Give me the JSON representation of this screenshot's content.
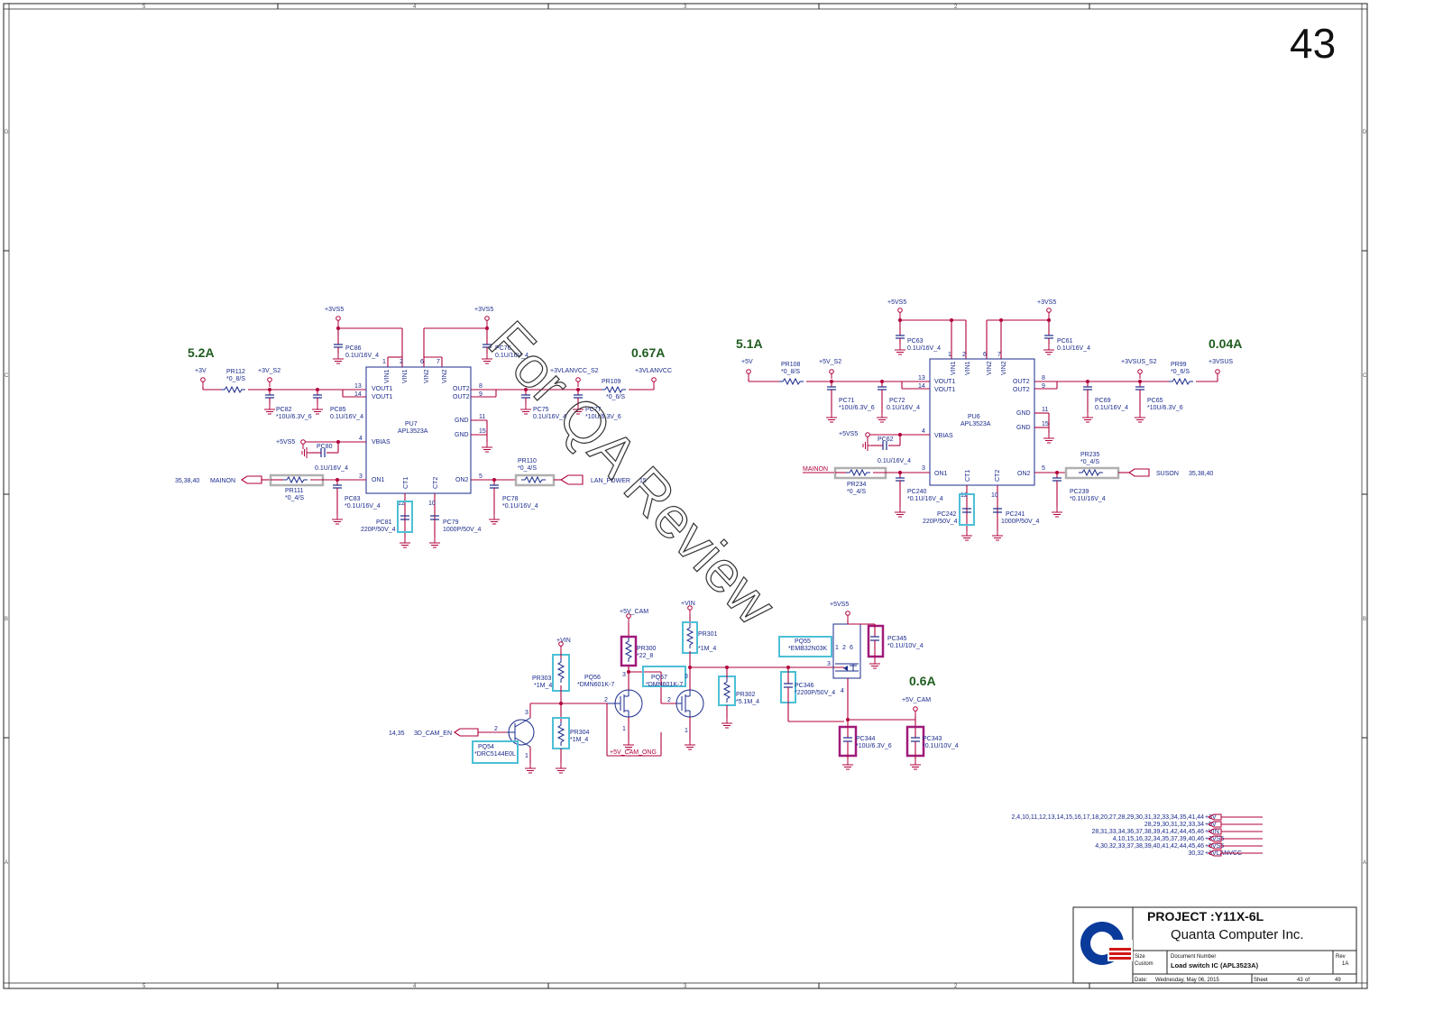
{
  "sheet_number": "43",
  "watermark": "For QA Review",
  "zones": {
    "columns": [
      "5",
      "4",
      "3",
      "2"
    ],
    "rows": [
      "D",
      "C",
      "B",
      "A"
    ]
  },
  "currents": {
    "pu7_in": "5.2A",
    "pu7_out": "0.67A",
    "pu6_in": "5.1A",
    "pu6_out": "0.04A",
    "cam": "0.6A"
  },
  "pu7": {
    "ref": "PU7",
    "part": "APL3523A",
    "rails": {
      "in1": "+3V",
      "in1_s2": "+3V_S2",
      "vs5_a": "+3VS5",
      "vs5_b": "+3VS5",
      "out2_s2": "+3VLANVCC_S2",
      "out2": "+3VLANVCC",
      "vbias": "+5VS5"
    },
    "pins": [
      "VIN1",
      "VIN1",
      "VIN2",
      "VIN2",
      "VOUT1",
      "VOUT1",
      "OUT2",
      "OUT2",
      "GND",
      "GND",
      "VBIAS",
      "ON1",
      "ON2",
      "CT1",
      "CT2"
    ],
    "pin_numbers": [
      "1",
      "2",
      "6",
      "7",
      "13",
      "14",
      "8",
      "9",
      "11",
      "15",
      "4",
      "3",
      "5",
      "12",
      "10"
    ],
    "parts": [
      {
        "ref": "PR112",
        "val": "*0_8/S"
      },
      {
        "ref": "PC86",
        "val": "0.1U/16V_4"
      },
      {
        "ref": "PC76",
        "val": "0.1U/16V_4"
      },
      {
        "ref": "PR109",
        "val": "*0_6/S"
      },
      {
        "ref": "PC82",
        "val": "*10U/6.3V_6"
      },
      {
        "ref": "PC85",
        "val": "0.1U/16V_4"
      },
      {
        "ref": "PC75",
        "val": "0.1U/16V_4"
      },
      {
        "ref": "PC77",
        "val": "*10U/6.3V_6"
      },
      {
        "ref": "PC80",
        "val": "0.1U/16V_4"
      },
      {
        "ref": "PR110",
        "val": "*0_4/S"
      },
      {
        "ref": "PR111",
        "val": "*0_4/S"
      },
      {
        "ref": "PC83",
        "val": "*0.1U/16V_4"
      },
      {
        "ref": "PC78",
        "val": "*0.1U/16V_4"
      },
      {
        "ref": "PC81",
        "val": "220P/50V_4"
      },
      {
        "ref": "PC79",
        "val": "1000P/50V_4"
      }
    ],
    "signals": {
      "on1": "MAINON",
      "on1_sheets": "35,38,40",
      "on2": "LAN_POWER",
      "on2_sheets": "15"
    }
  },
  "pu6": {
    "ref": "PU6",
    "part": "APL3523A",
    "rails": {
      "in1": "+5V",
      "in1_s2": "+5V_S2",
      "vs5_a": "+5VS5",
      "vs5_b": "+3VS5",
      "out2_s2": "+3VSUS_S2",
      "out2": "+3VSUS",
      "vbias": "+5VS5"
    },
    "pins": [
      "VIN1",
      "VIN1",
      "VIN2",
      "VIN2",
      "VOUT1",
      "VOUT1",
      "OUT2",
      "OUT2",
      "GND",
      "GND",
      "VBIAS",
      "ON1",
      "ON2",
      "CT1",
      "CT2"
    ],
    "pin_numbers": [
      "1",
      "2",
      "6",
      "7",
      "13",
      "14",
      "8",
      "9",
      "11",
      "15",
      "4",
      "3",
      "5",
      "12",
      "10"
    ],
    "parts": [
      {
        "ref": "PR108",
        "val": "*0_8/S"
      },
      {
        "ref": "PC63",
        "val": "0.1U/16V_4"
      },
      {
        "ref": "PC61",
        "val": "0.1U/16V_4"
      },
      {
        "ref": "PR99",
        "val": "*0_6/S"
      },
      {
        "ref": "PC71",
        "val": "*10U/6.3V_6"
      },
      {
        "ref": "PC72",
        "val": "0.1U/16V_4"
      },
      {
        "ref": "PC69",
        "val": "0.1U/16V_4"
      },
      {
        "ref": "PC65",
        "val": "*10U/6.3V_6"
      },
      {
        "ref": "PC62",
        "val": "0.1U/16V_4"
      },
      {
        "ref": "PR235",
        "val": "*0_4/S"
      },
      {
        "ref": "PR234",
        "val": "*0_4/S"
      },
      {
        "ref": "PC240",
        "val": "*0.1U/16V_4"
      },
      {
        "ref": "PC239",
        "val": "*0.1U/16V_4"
      },
      {
        "ref": "PC242",
        "val": "220P/50V_4"
      },
      {
        "ref": "PC241",
        "val": "1000P/50V_4"
      }
    ],
    "signals": {
      "on1": "MAINON",
      "on2": "SUSON",
      "on2_sheets": "35,38,40"
    }
  },
  "cam": {
    "enable_sheets": "14,35",
    "enable": "3D_CAM_EN",
    "ong": "+5V_CAM_ONG",
    "rails": {
      "vin_a": "+VIN",
      "cam_a": "+5V_CAM",
      "vin_b": "+VIN",
      "vs5": "+5VS5",
      "cam_out": "+5V_CAM"
    },
    "parts": [
      {
        "ref": "PR303",
        "val": "*1M_4"
      },
      {
        "ref": "PR304",
        "val": "*1M_4"
      },
      {
        "ref": "PQ54",
        "val": "*DRC5144E0L"
      },
      {
        "ref": "PQ56",
        "val": "*DMN601K-7"
      },
      {
        "ref": "PR300",
        "val": "*22_8"
      },
      {
        "ref": "PQ57",
        "val": "*DMN601K-7"
      },
      {
        "ref": "PR301",
        "val": "*1M_4"
      },
      {
        "ref": "PR302",
        "val": "*5.1M_4"
      },
      {
        "ref": "PQ55",
        "val": "*EMB32N03K"
      },
      {
        "ref": "PC345",
        "val": "*0.1U/10V_4"
      },
      {
        "ref": "PC346",
        "val": "*2200P/50V_4"
      },
      {
        "ref": "PC344",
        "val": "*10U/6.3V_6"
      },
      {
        "ref": "PC343",
        "val": "*0.1U/10V_4"
      }
    ]
  },
  "crossref": [
    {
      "sheets": "2,4,10,11,12,13,14,15,16,17,18,20,27,28,29,30,31,32,33,34,35,41,44",
      "net": "+3V"
    },
    {
      "sheets": "28,29,30,31,32,33,34",
      "net": "+5V"
    },
    {
      "sheets": "28,31,33,34,36,37,38,39,41,42,44,45,46",
      "net": "+VIN"
    },
    {
      "sheets": "4,10,15,16,32,34,35,37,39,40,46",
      "net": "+3VS5"
    },
    {
      "sheets": "4,30,32,33,37,38,39,40,41,42,44,45,46",
      "net": "+5VS5"
    },
    {
      "sheets": "30,32",
      "net": "+3VLANVCC"
    }
  ],
  "title_block": {
    "project": "PROJECT :Y11X-6L",
    "company": "Quanta Computer Inc.",
    "size_label": "Size",
    "size": "Custom",
    "doc_label": "Document Number",
    "doc": "Load switch IC (APL3523A)",
    "rev_label": "Rev",
    "rev": "1A",
    "date_label": "Date:",
    "date": "Wednesday, May 06, 2015",
    "sheet_label": "Sheet",
    "sheet": "43",
    "of_label": "of",
    "total": "49"
  },
  "colors": {
    "wire": "#b0003a",
    "component": "#1a2a8c",
    "current": "#1f5c1f",
    "highlight": "#4dbfd6",
    "highlight2": "#a01a7a"
  }
}
